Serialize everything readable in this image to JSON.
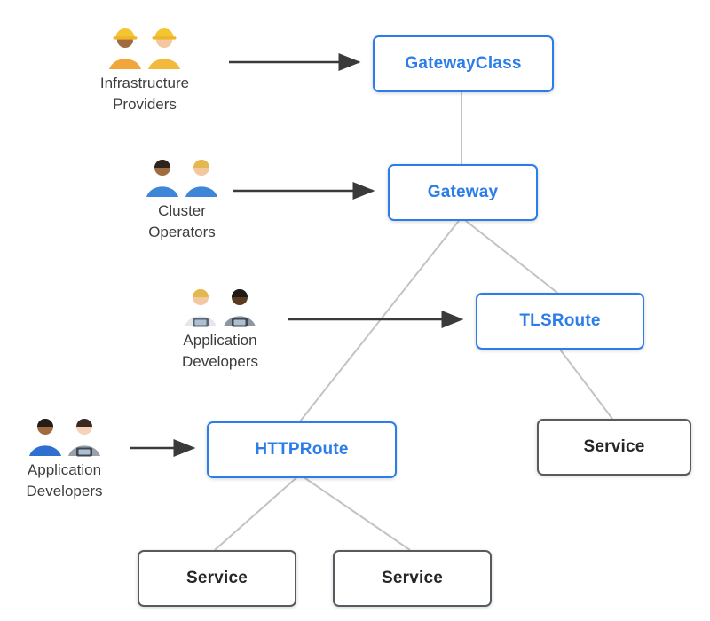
{
  "diagram": {
    "colors": {
      "resource_border": "#2b7de9",
      "resource_text": "#2b7de9",
      "service_border": "#565b60",
      "service_text": "#262626",
      "edge": "#c3c3c3",
      "arrow": "#3a3a3a",
      "background": "#ffffff",
      "label_text": "#3d3d3d"
    },
    "nodes": [
      {
        "id": "gatewayclass",
        "label": "GatewayClass",
        "kind": "resource"
      },
      {
        "id": "gateway",
        "label": "Gateway",
        "kind": "resource"
      },
      {
        "id": "tlsroute",
        "label": "TLSRoute",
        "kind": "resource"
      },
      {
        "id": "httproute",
        "label": "HTTPRoute",
        "kind": "resource"
      },
      {
        "id": "service-right",
        "label": "Service",
        "kind": "service"
      },
      {
        "id": "service-bottom-left",
        "label": "Service",
        "kind": "service"
      },
      {
        "id": "service-bottom-middle",
        "label": "Service",
        "kind": "service"
      }
    ],
    "personas": [
      {
        "id": "infrastructure-providers",
        "line1": "Infrastructure",
        "line2": "Providers",
        "icon": "construction-workers-icon",
        "arrow_to": "GatewayClass"
      },
      {
        "id": "cluster-operators",
        "line1": "Cluster",
        "line2": "Operators",
        "icon": "mechanics-icon",
        "arrow_to": "Gateway"
      },
      {
        "id": "application-developers-tls",
        "line1": "Application",
        "line2": "Developers",
        "icon": "technologists-icon",
        "arrow_to": "TLSRoute"
      },
      {
        "id": "application-developers-http",
        "line1": "Application",
        "line2": "Developers",
        "icon": "office-worker-and-technologist-icon",
        "arrow_to": "HTTPRoute"
      }
    ],
    "edges": [
      {
        "from": "GatewayClass",
        "to": "Gateway"
      },
      {
        "from": "Gateway",
        "to": "TLSRoute"
      },
      {
        "from": "Gateway",
        "to": "HTTPRoute"
      },
      {
        "from": "TLSRoute",
        "to": "Service (right)"
      },
      {
        "from": "HTTPRoute",
        "to": "Service (bottom left)"
      },
      {
        "from": "HTTPRoute",
        "to": "Service (bottom middle)"
      }
    ]
  }
}
